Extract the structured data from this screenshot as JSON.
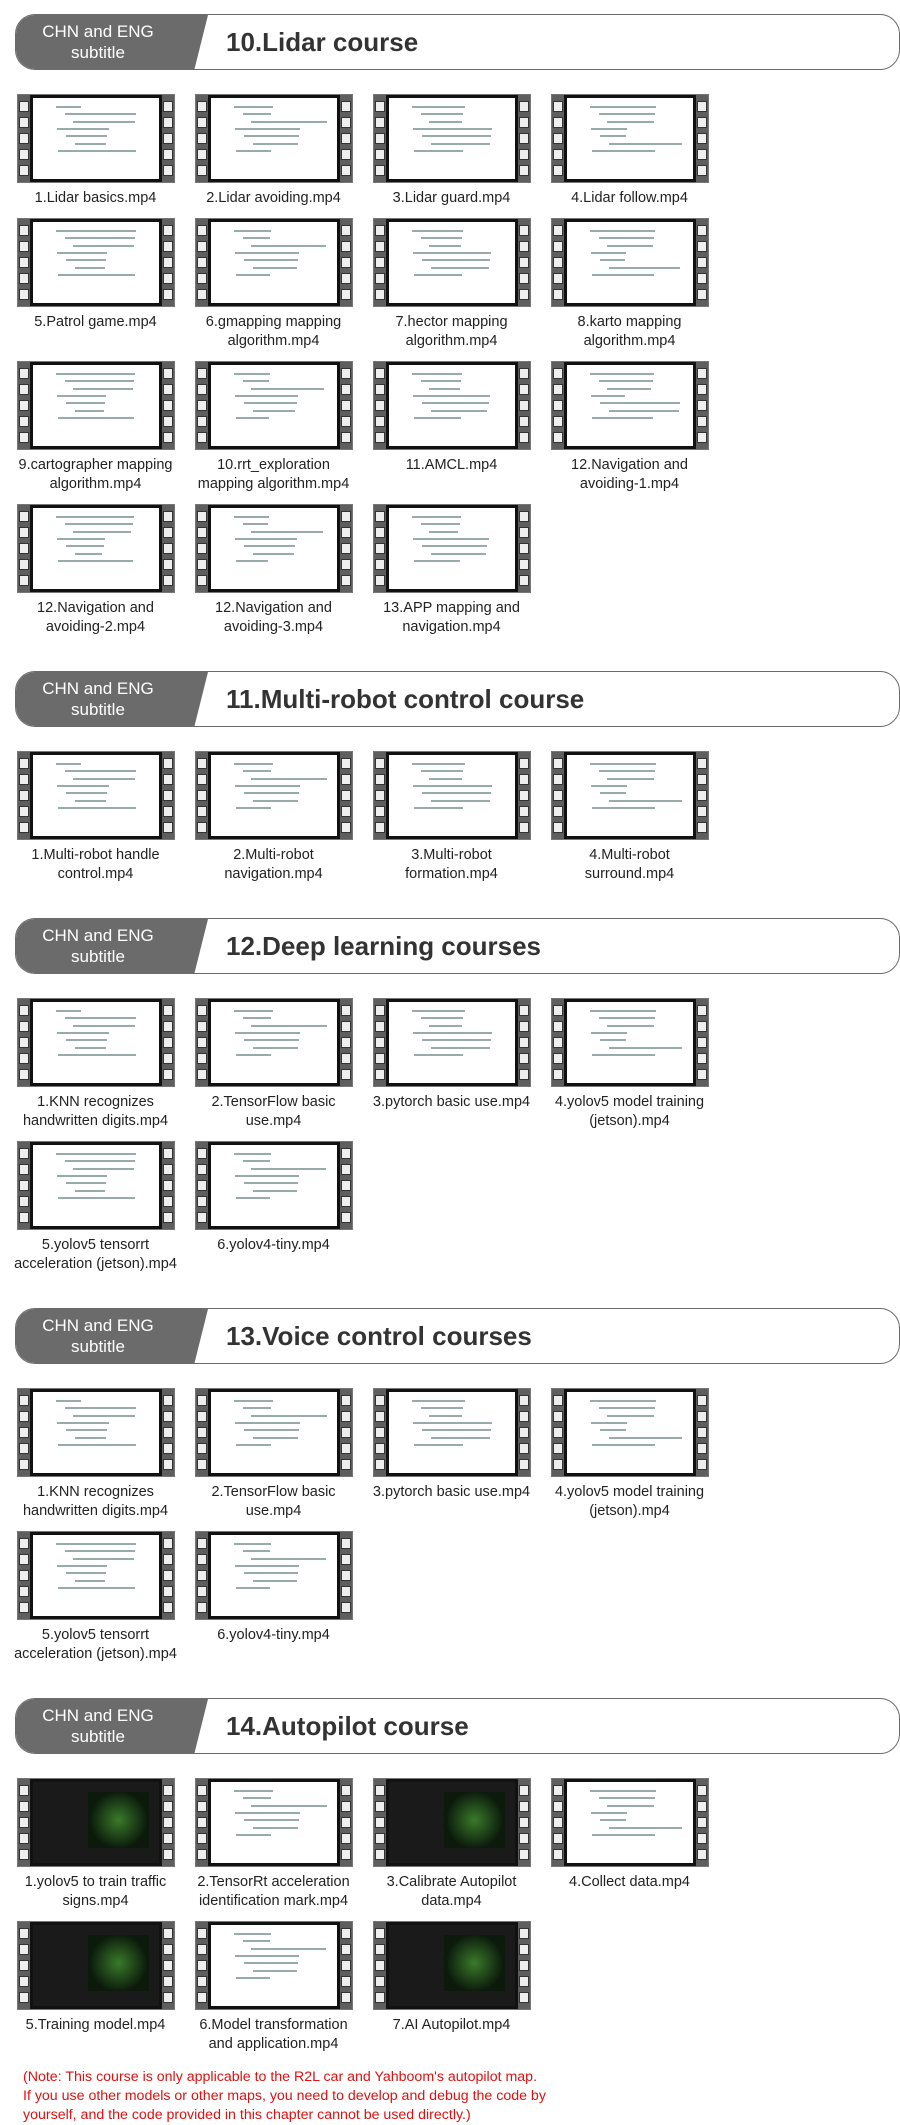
{
  "tag_line1": "CHN and ENG",
  "tag_line2": "subtitle",
  "sections": [
    {
      "title": "10.Lidar course",
      "items": [
        "1.Lidar basics.mp4",
        "2.Lidar avoiding.mp4",
        "3.Lidar guard.mp4",
        "4.Lidar follow.mp4",
        "5.Patrol game.mp4",
        "6.gmapping mapping algorithm.mp4",
        "7.hector mapping algorithm.mp4",
        "8.karto mapping algorithm.mp4",
        "9.cartographer mapping algorithm.mp4",
        "10.rrt_exploration mapping algorithm.mp4",
        "11.AMCL.mp4",
        "12.Navigation and avoiding-1.mp4",
        "12.Navigation and avoiding-2.mp4",
        "12.Navigation and avoiding-3.mp4",
        "13.APP mapping and navigation.mp4"
      ]
    },
    {
      "title": "11.Multi-robot control course",
      "items": [
        "1.Multi-robot handle control.mp4",
        "2.Multi-robot navigation.mp4",
        "3.Multi-robot formation.mp4",
        "4.Multi-robot surround.mp4"
      ]
    },
    {
      "title": "12.Deep learning courses",
      "items": [
        "1.KNN recognizes handwritten digits.mp4",
        "2.TensorFlow basic use.mp4",
        "3.pytorch basic use.mp4",
        "4.yolov5 model training (jetson).mp4",
        "5.yolov5 tensorrt acceleration (jetson).mp4",
        "6.yolov4-tiny.mp4"
      ]
    },
    {
      "title": "13.Voice control courses",
      "items": [
        "1.KNN recognizes handwritten digits.mp4",
        "2.TensorFlow basic use.mp4",
        "3.pytorch basic use.mp4",
        "4.yolov5 model training (jetson).mp4",
        "5.yolov5 tensorrt acceleration (jetson).mp4",
        "6.yolov4-tiny.mp4"
      ]
    },
    {
      "title": "14.Autopilot course",
      "items": [
        "1.yolov5 to train traffic signs.mp4",
        "2.TensorRt acceleration identification mark.mp4",
        "3.Calibrate Autopilot data.mp4",
        "4.Collect data.mp4",
        "5.Training model.mp4",
        "6.Model transformation and application.mp4",
        "7.AI Autopilot.mp4"
      ],
      "note": "(Note: This course is only applicable to the R2L car and Yahboom's autopilot map. If you use other models or other maps, you need to develop and debug the code by yourself, and the code provided in this chapter cannot be used directly.)"
    }
  ],
  "colors": {
    "tag_bg": "#6b6b6b",
    "note": "#e01010"
  }
}
